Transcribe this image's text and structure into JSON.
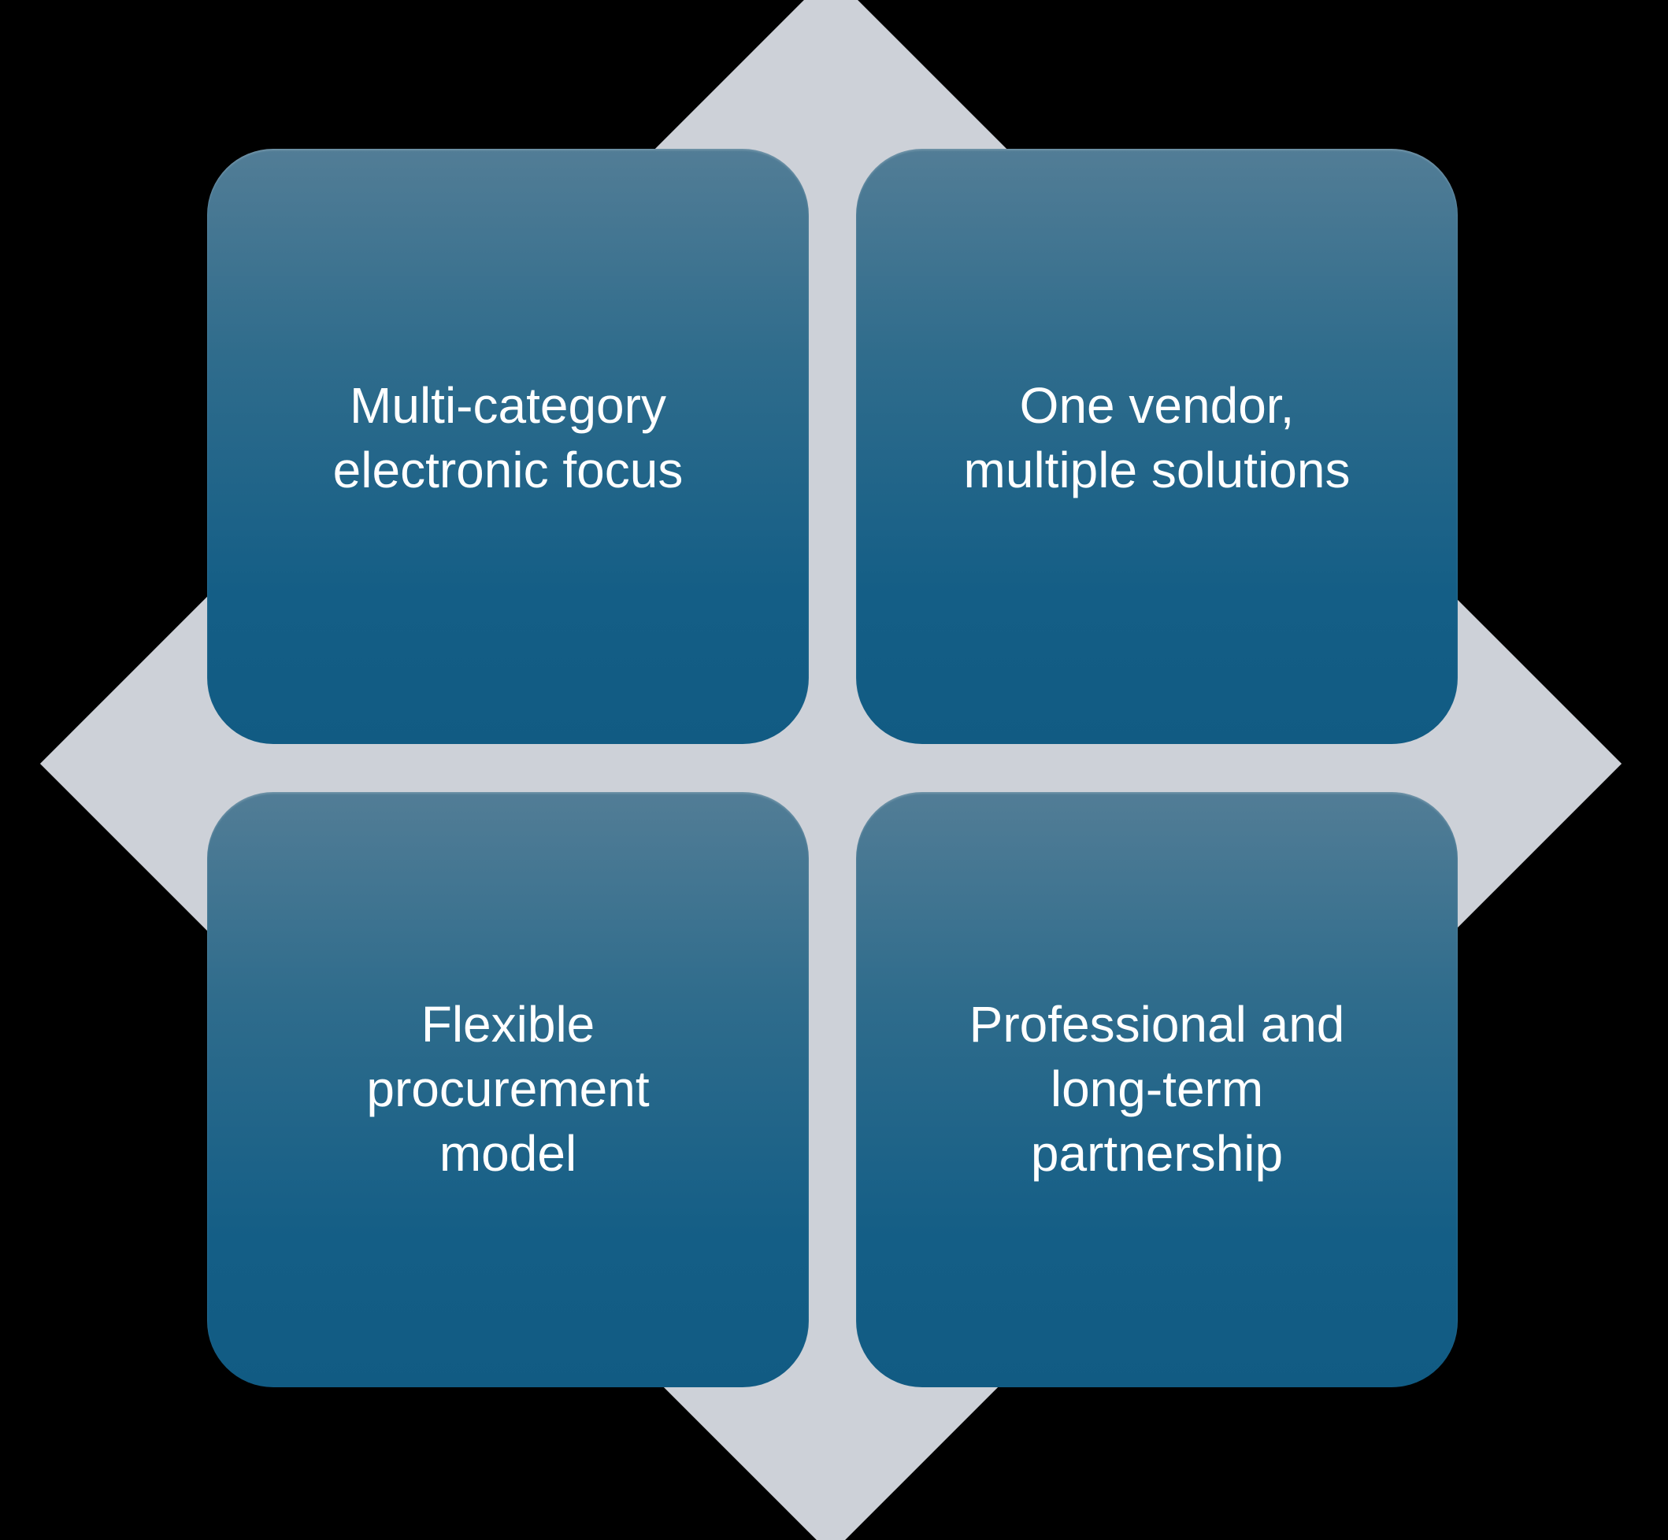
{
  "diagram": {
    "type": "quadrant-smartart",
    "background_color": "#000000",
    "diamond_color": "#cdd1d8",
    "box_gradient_top": "#527d96",
    "box_gradient_bottom": "#115b83",
    "text_color": "#ffffff",
    "quadrants": [
      {
        "position": "top-left",
        "label": "Multi-category\nelectronic focus"
      },
      {
        "position": "top-right",
        "label": "One vendor,\nmultiple solutions"
      },
      {
        "position": "bottom-left",
        "label": "Flexible\nprocurement\nmodel"
      },
      {
        "position": "bottom-right",
        "label": "Professional and\nlong-term\npartnership"
      }
    ]
  }
}
